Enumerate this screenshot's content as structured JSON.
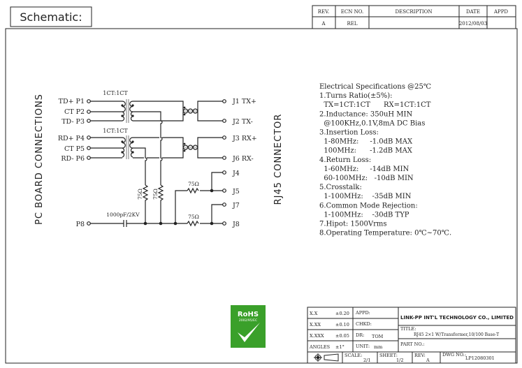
{
  "header": {
    "title": "Schematic:"
  },
  "revision_table": {
    "headers": [
      "REV.",
      "ECN NO.",
      "DESCRIPTION",
      "DATE",
      "APPD"
    ],
    "row": [
      "A",
      "REL",
      "",
      "2012/08/03",
      ""
    ]
  },
  "schematic": {
    "left_label": "PC BOARD CONNECTIONS",
    "right_label": "RJ45 CONNECTOR",
    "ratio_top": "1CT:1CT",
    "ratio_bottom": "1CT:1CT",
    "left_pins": [
      "TD+ P1",
      "CT P2",
      "TD- P3",
      "RD+ P4",
      "CT P5",
      "RD- P6"
    ],
    "p8": "P8",
    "right_pins": [
      "J1 TX+",
      "J2 TX-",
      "J3 RX+",
      "J6 RX-",
      "J4",
      "J5",
      "J7",
      "J8"
    ],
    "cap": "1000pF/2KV",
    "res": [
      "75Ω",
      "75Ω",
      "75Ω",
      "75Ω"
    ]
  },
  "specs": [
    "Electrical Specifications @25℃",
    "1.Turns Ratio(±5%):",
    "  TX=1CT:1CT      RX=1CT:1CT",
    "2.Inductance: 350uH MIN",
    "  @100KHz,0.1V,8mA DC Bias",
    "3.Insertion Loss:",
    "  1-80MHz:     -1.0dB MAX",
    "  100MHz:      -1.2dB MAX",
    "4.Return Loss:",
    "  1-60MHz:     -14dB MIN",
    "  60-100MHz:   -10dB MIN",
    "5.Crosstalk:",
    "  1-100MHz:    -35dB MIN",
    "6.Common Mode Rejection:",
    "  1-100MHz:    -30dB TYP",
    "7.Hipot: 1500Vrms",
    "8.Operating Temperature: 0℃~70℃."
  ],
  "rohs": {
    "title": "RoHS",
    "sub": "2002/95/EC",
    "color": "#3aa02a"
  },
  "title_block": {
    "tol": [
      [
        "X.X",
        "±0.20"
      ],
      [
        "X.XX",
        "±0.10"
      ],
      [
        "X.XXX",
        "±0.05"
      ],
      [
        "ANGLES",
        "±1°"
      ]
    ],
    "appd": "APPD:",
    "chkd": "CHKD:",
    "dr": "DR:",
    "dr_val": "TOM",
    "unit": "UNIT:",
    "unit_val": "mm",
    "company": "LINK-PP INT'L TECHNOLOGY CO., LIMITED",
    "title_label": "TITLE:",
    "title_val": "RJ45 2×1 W/Transformer,10/100 Base-T",
    "part_label": "PART NO.:",
    "scale_label": "SCALE:",
    "scale": "2/1",
    "sheet_label": "SHEET:",
    "sheet": "1/2",
    "rev_label": "REV:",
    "rev": "A",
    "dwg_label": "DWG NO.:",
    "dwg": "LP12080301"
  }
}
